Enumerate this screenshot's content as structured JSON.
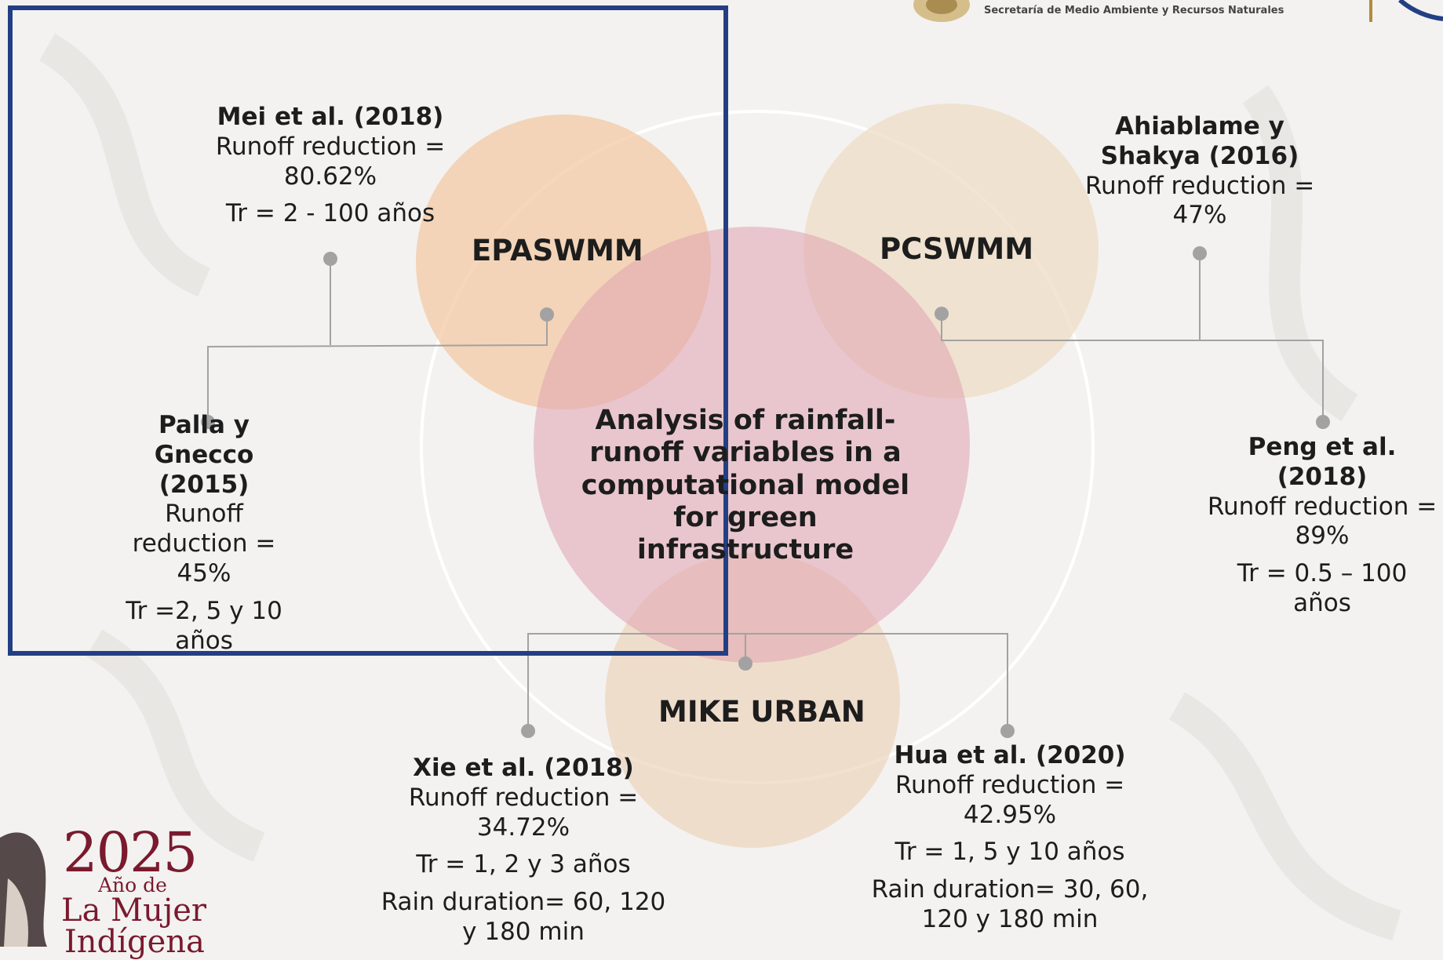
{
  "header": {
    "agency": "Secretaría de Medio Ambiente y Recursos Naturales"
  },
  "center_title": "Analysis of rainfall-runoff variables in a computational model for green infrastructure",
  "models": {
    "epaswmm": "EPASWMM",
    "pcswmm": "PCSWMM",
    "mike_urban": "MIKE URBAN"
  },
  "studies": {
    "mei": {
      "title": "Mei et al. (2018)",
      "lines": [
        "Runoff reduction = 80.62%",
        "Tr = 2 - 100 años"
      ]
    },
    "palla": {
      "title": "Palla y Gnecco (2015)",
      "lines": [
        "Runoff reduction = 45%",
        "Tr =2, 5 y 10 años"
      ]
    },
    "ahiablame": {
      "title": "Ahiablame y Shakya (2016)",
      "lines": [
        "Runoff reduction = 47%"
      ]
    },
    "peng": {
      "title": "Peng et al. (2018)",
      "lines": [
        "Runoff reduction = 89%",
        "Tr = 0.5 – 100 años"
      ]
    },
    "xie": {
      "title": "Xie et al. (2018)",
      "lines": [
        "Runoff reduction = 34.72%",
        "Tr = 1, 2 y 3 años",
        "Rain duration= 60, 120 y 180 min"
      ]
    },
    "hua": {
      "title": "Hua et al. (2020)",
      "lines": [
        "Runoff reduction = 42.95%",
        "Tr = 1, 5 y 10 años",
        "Rain duration= 30, 60, 120 y 180 min"
      ]
    }
  },
  "logo": {
    "year": "2025",
    "line1": "Año de",
    "line2": "La Mujer",
    "line3": "Indígena"
  },
  "colors": {
    "selection_box": "#233f84",
    "epaswmm_circle": "#f3c9a6",
    "pcswmm_circle": "#efdcc6",
    "mike_circle": "#eed6c0",
    "center_circle": "#e0a2b0",
    "connector": "#a2a2a2",
    "logo": "#7a1a2e"
  }
}
